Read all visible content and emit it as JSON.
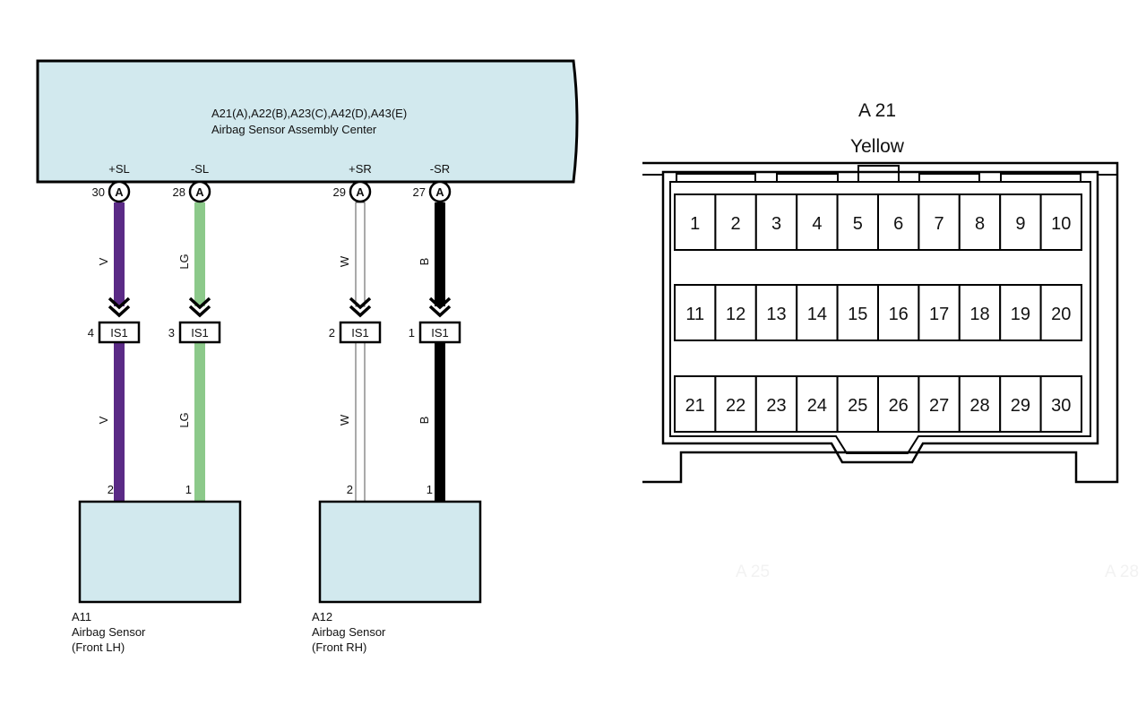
{
  "wiring": {
    "assembly": {
      "connectors_label": "A21(A),A22(B),A23(C),A42(D),A43(E)",
      "name": "Airbag Sensor Assembly Center"
    },
    "circuits": [
      {
        "signal": "+SL",
        "pin": "30",
        "connector": "A",
        "wire_color": "V",
        "junction": "IS1",
        "junction_pin": "4",
        "sensor_pin": "2",
        "sensor_signal": "+SL",
        "stroke": "#5a2a86"
      },
      {
        "signal": "-SL",
        "pin": "28",
        "connector": "A",
        "wire_color": "LG",
        "junction": "IS1",
        "junction_pin": "3",
        "sensor_pin": "1",
        "sensor_signal": "-SL",
        "stroke": "#8cc98a"
      },
      {
        "signal": "+SR",
        "pin": "29",
        "connector": "A",
        "wire_color": "W",
        "junction": "IS1",
        "junction_pin": "2",
        "sensor_pin": "2",
        "sensor_signal": "+SR",
        "stroke": "#ffffff"
      },
      {
        "signal": "-SR",
        "pin": "27",
        "connector": "A",
        "wire_color": "B",
        "junction": "IS1",
        "junction_pin": "1",
        "sensor_pin": "1",
        "sensor_signal": "-SR",
        "stroke": "#000000"
      }
    ],
    "sensors": [
      {
        "id": "A11",
        "name": "Airbag Sensor",
        "side": "(Front LH)"
      },
      {
        "id": "A12",
        "name": "Airbag Sensor",
        "side": "(Front RH)"
      }
    ],
    "box_fill": "#d2e9ee"
  },
  "connector_view": {
    "title": "A 21",
    "color_label": "Yellow",
    "rows": [
      [
        "1",
        "2",
        "3",
        "4",
        "5",
        "6",
        "7",
        "8",
        "9",
        "10"
      ],
      [
        "11",
        "12",
        "13",
        "14",
        "15",
        "16",
        "17",
        "18",
        "19",
        "20"
      ],
      [
        "21",
        "22",
        "23",
        "24",
        "25",
        "26",
        "27",
        "28",
        "29",
        "30"
      ]
    ],
    "faint_labels": [
      "A 25",
      "A 28"
    ]
  }
}
